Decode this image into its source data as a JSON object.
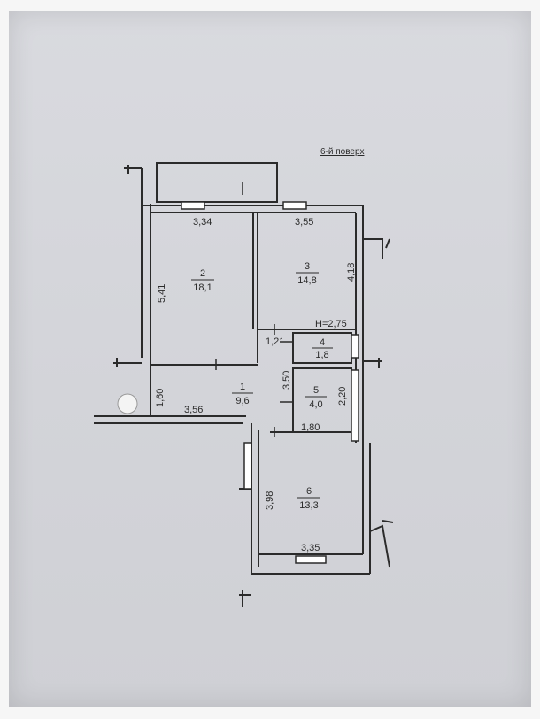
{
  "floor_label": "6-й поверх",
  "ceiling_height": "H=2,75",
  "rooms": [
    {
      "id": "room-1",
      "number": "1",
      "area": "9,6"
    },
    {
      "id": "room-2",
      "number": "2",
      "area": "18,1"
    },
    {
      "id": "room-3",
      "number": "3",
      "area": "14,8"
    },
    {
      "id": "room-4",
      "number": "4",
      "area": "1,8"
    },
    {
      "id": "room-5",
      "number": "5",
      "area": "4,0"
    },
    {
      "id": "room-6",
      "number": "6",
      "area": "13,3"
    }
  ],
  "dimensions": {
    "room2_width": "3,34",
    "room3_width": "3,55",
    "room2_height": "5,41",
    "room3_height": "4,18",
    "room4_width": "1,21",
    "room5_height": "3,50",
    "wc_height": "2,20",
    "corridor_height": "1,60",
    "corridor_width": "3,56",
    "room5_width": "1,80",
    "room6_height": "3,98",
    "room6_width": "3,35"
  },
  "colors": {
    "paper": "#d6d7dc",
    "ink": "#2b2b2b"
  }
}
